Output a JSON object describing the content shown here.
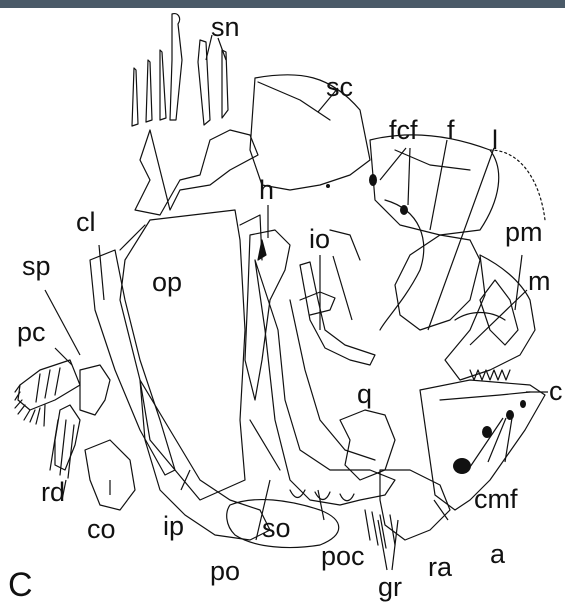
{
  "panel_letter": "C",
  "labels": {
    "sn": "sn",
    "sc": "sc",
    "fcf": "fcf",
    "f": "f",
    "l": "l",
    "h": "h",
    "cl": "cl",
    "io": "io",
    "pm": "pm",
    "sp": "sp",
    "op": "op",
    "m": "m",
    "pc": "pc",
    "q": "q",
    "c": "c",
    "rd": "rd",
    "cmf": "cmf",
    "co": "co",
    "ip": "ip",
    "so": "so",
    "a": "a",
    "po": "po",
    "poc": "poc",
    "ra": "ra",
    "gr": "gr"
  },
  "colors": {
    "ink": "#111111",
    "background": "#ffffff",
    "photo_strip": "#4a5a68"
  }
}
